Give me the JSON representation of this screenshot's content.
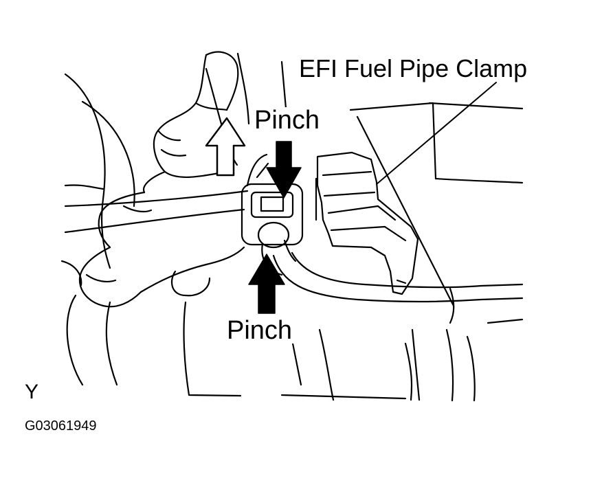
{
  "labels": {
    "component": "EFI Fuel Pipe Clamp",
    "pinch_top": "Pinch",
    "pinch_bottom": "Pinch",
    "view": "Y",
    "figure_id": "G03061949"
  },
  "colors": {
    "ink": "#000000",
    "paper": "#ffffff"
  },
  "icons": {
    "up_arrow": "up-arrow-icon",
    "pinch_arrows": "filled-arrow-icon"
  }
}
